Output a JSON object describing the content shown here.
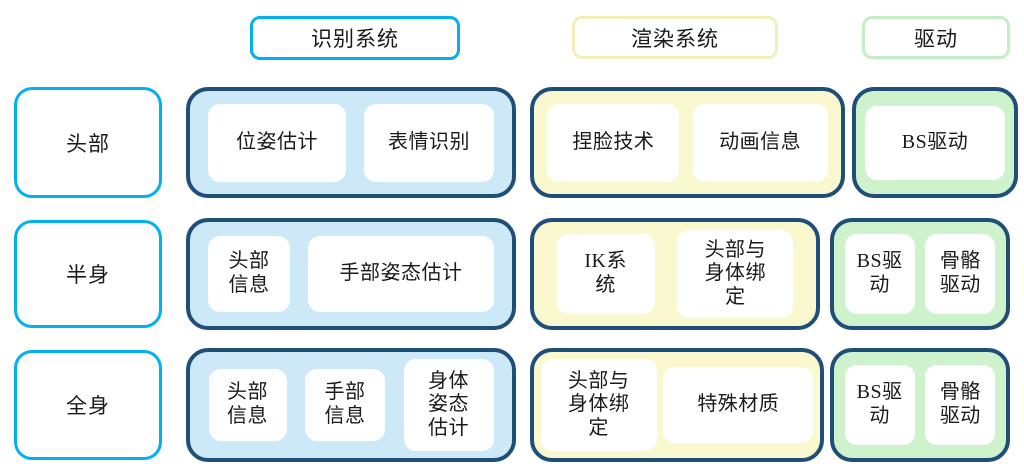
{
  "headers": [
    {
      "label": "识别系统"
    },
    {
      "label": "渲染系统"
    },
    {
      "label": "驱动"
    }
  ],
  "rows": [
    {
      "label": "头部",
      "recognition": [
        "位姿估计",
        "表情识别"
      ],
      "rendering": [
        "捏脸技术",
        "动画信息"
      ],
      "drive": [
        "BS驱动"
      ]
    },
    {
      "label": "半身",
      "recognition": [
        "头部\n信息",
        "手部姿态估计"
      ],
      "rendering": [
        "IK系\n统",
        "头部与\n身体绑\n定"
      ],
      "drive": [
        "BS驱\n动",
        "骨骼\n驱动"
      ]
    },
    {
      "label": "全身",
      "recognition": [
        "头部\n信息",
        "手部\n信息",
        "身体\n姿态\n估计"
      ],
      "rendering": [
        "头部与\n身体绑\n定",
        "特殊材质"
      ],
      "drive": [
        "BS驱\n动",
        "骨骼\n驱动"
      ]
    }
  ],
  "colors": {
    "accent_cyan": "#00B0F0",
    "border_navy": "#1F4E79",
    "fill_blue": "#CDE9F8",
    "fill_yellow": "#FAF8CF",
    "border_yellow_light": "#F2EFBB",
    "fill_green": "#CDF2CC",
    "border_green_light": "#C6EEC6",
    "chip_background": "#FFFFFF",
    "text": "#1A1A1A"
  }
}
